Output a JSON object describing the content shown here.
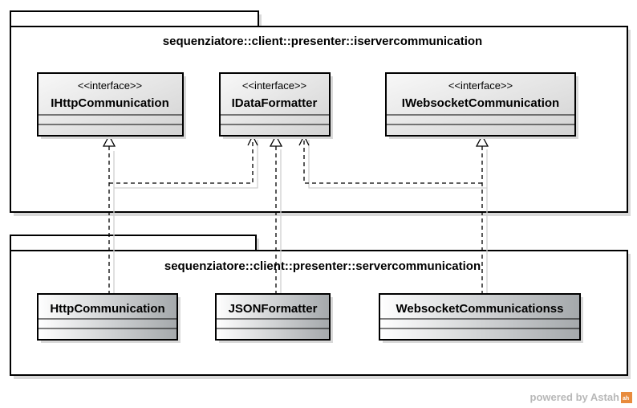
{
  "packages": {
    "top": {
      "name": "sequenziatore::client::presenter::iservercommunication"
    },
    "bottom": {
      "name": "sequenziatore::client::presenter::servercommunication"
    }
  },
  "interfaces": [
    {
      "stereotype": "<<interface>>",
      "name": "IHttpCommunication"
    },
    {
      "stereotype": "<<interface>>",
      "name": "IDataFormatter"
    },
    {
      "stereotype": "<<interface>>",
      "name": "IWebsocketCommunication"
    }
  ],
  "classes": [
    {
      "name": "HttpCommunication"
    },
    {
      "name": "JSONFormatter"
    },
    {
      "name": "WebsocketCommunicationss"
    }
  ],
  "watermark": {
    "text": "powered by Astah"
  },
  "colors": {
    "line": "#000000",
    "shadow": "#d9d9d9",
    "interface_fill_light": "#f8f8f8",
    "interface_fill_dark": "#d2d2d2",
    "class_fill_light": "#ffffff",
    "class_fill_dark": "#a4a8ab",
    "watermark_logo": "#e88b3c"
  }
}
